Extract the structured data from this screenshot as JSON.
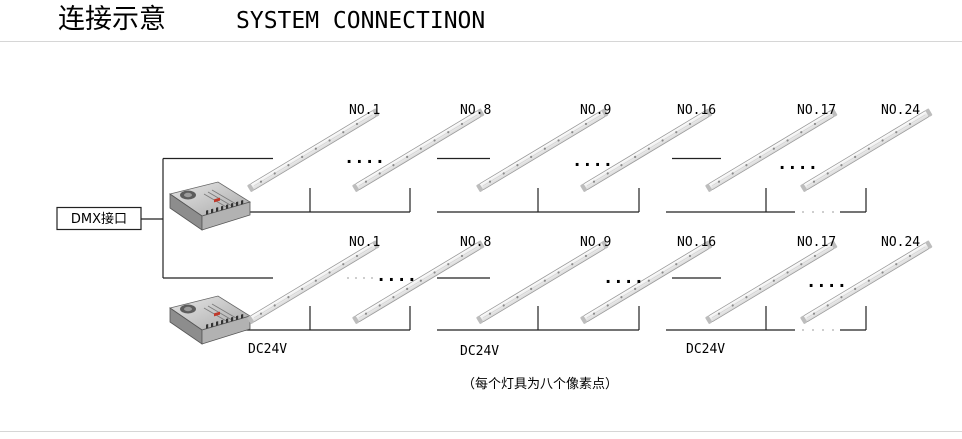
{
  "title": {
    "chinese": "连接示意",
    "english": "SYSTEM CONNECTINON"
  },
  "dmx_box": {
    "label": "DMX接口"
  },
  "rows": [
    {
      "labels": [
        "NO.1",
        "NO.8",
        "NO.9",
        "NO.16",
        "NO.17",
        "NO.24"
      ]
    },
    {
      "labels": [
        "NO.1",
        "NO.8",
        "NO.9",
        "NO.16",
        "NO.17",
        "NO.24"
      ]
    }
  ],
  "ellipsis": "....",
  "voltage_labels": [
    "DC24V",
    "DC24V",
    "DC24V"
  ],
  "footnote": "（每个灯具为八个像素点）",
  "icons": {
    "power_supply": "power-supply-icon",
    "led_bar": "led-bar-icon"
  },
  "colors": {
    "line": "#222222",
    "bar_body": "#f4f4f4",
    "bar_edge": "#9a9a9a",
    "frame": "#d6d6d6",
    "psu_body": "#c9c9c9",
    "psu_dark": "#6e6e6e"
  }
}
